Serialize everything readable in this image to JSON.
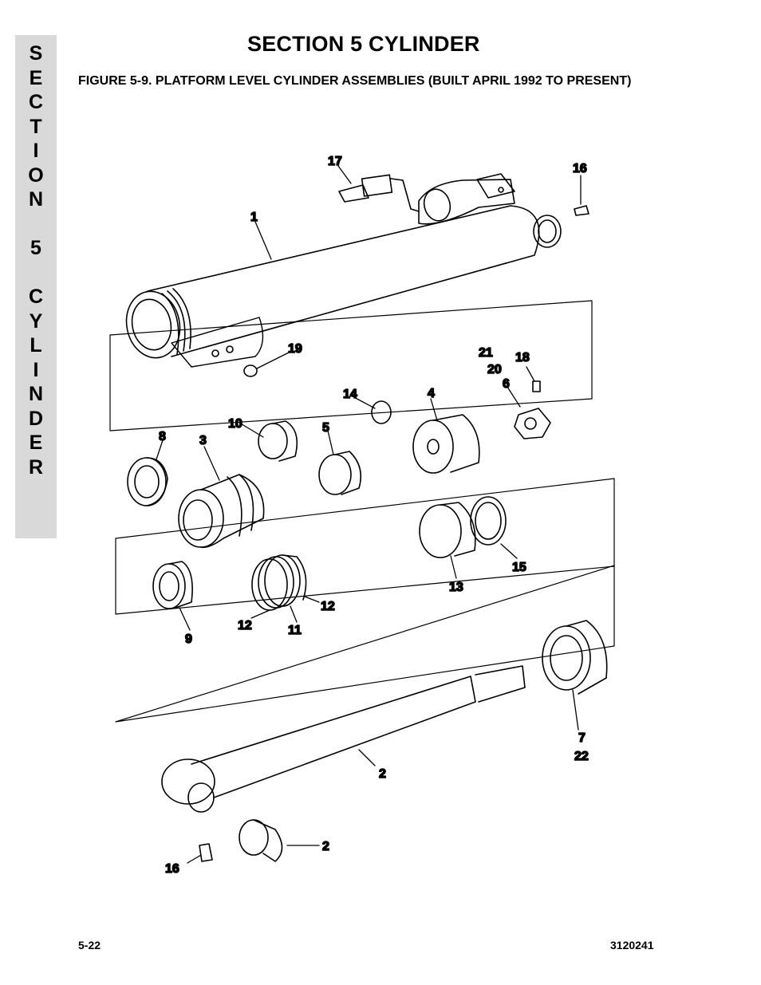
{
  "side_tab": {
    "letters": [
      "S",
      "E",
      "C",
      "T",
      "I",
      "O",
      "N",
      " ",
      "5",
      " ",
      "C",
      "Y",
      "L",
      "I",
      "N",
      "D",
      "E",
      "R"
    ]
  },
  "header": {
    "section_title": "SECTION 5  CYLINDER",
    "figure_caption": "FIGURE 5-9.    PLATFORM LEVEL CYLINDER ASSEMBLIES (BUILT APRIL 1992 TO PRESENT)"
  },
  "callouts": {
    "c1": "1",
    "c2_rod": "2",
    "c2_bushing": "2",
    "c3": "3",
    "c4": "4",
    "c5": "5",
    "c6": "6",
    "c7": "7",
    "c8": "8",
    "c9": "9",
    "c10": "10",
    "c11": "11",
    "c12_left": "12",
    "c12_right": "12",
    "c13": "13",
    "c14": "14",
    "c15": "15",
    "c16_top": "16",
    "c16_bottom": "16",
    "c17": "17",
    "c18": "18",
    "c19": "19",
    "c20": "20",
    "c21": "21",
    "c22": "22"
  },
  "footer": {
    "page_number": "5-22",
    "doc_number": "3120241"
  }
}
